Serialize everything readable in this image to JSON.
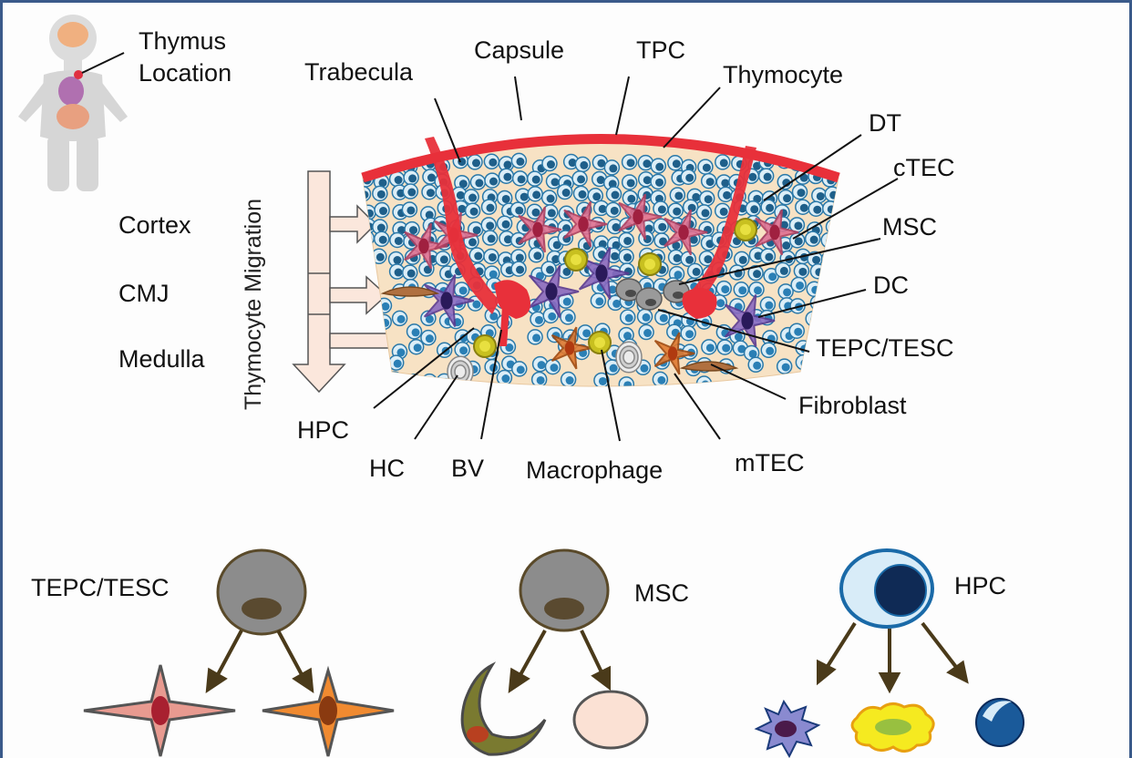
{
  "top_left": {
    "thymus_location": [
      "Thymus",
      "Location"
    ]
  },
  "regions": {
    "cortex": "Cortex",
    "cmj": "CMJ",
    "medulla": "Medulla",
    "migration": "Thymocyte Migration"
  },
  "structures": {
    "trabecula": "Trabecula",
    "capsule": "Capsule",
    "tpc": "TPC",
    "thymocyte": "Thymocyte",
    "dt": "DT",
    "ctec": "cTEC",
    "msc": "MSC",
    "dc": "DC",
    "tepc_tesc": "TEPC/TESC",
    "fibroblast": "Fibroblast",
    "mtec": "mTEC",
    "macrophage": "Macrophage",
    "bv": "BV",
    "hc": "HC",
    "hpc": "HPC"
  },
  "lineages": {
    "tepc_tesc": "TEPC/TESC",
    "msc": "MSC",
    "hpc": "HPC"
  },
  "colors": {
    "capsule_red": "#e8303a",
    "tissue": "#f7e2c4",
    "thymocyte_blue": "#1e6fa0",
    "ctec_pink": "#e07090",
    "dc_purple": "#8a6ac0",
    "mtec_orange": "#e07a30",
    "frame": "#3a5a8a"
  }
}
